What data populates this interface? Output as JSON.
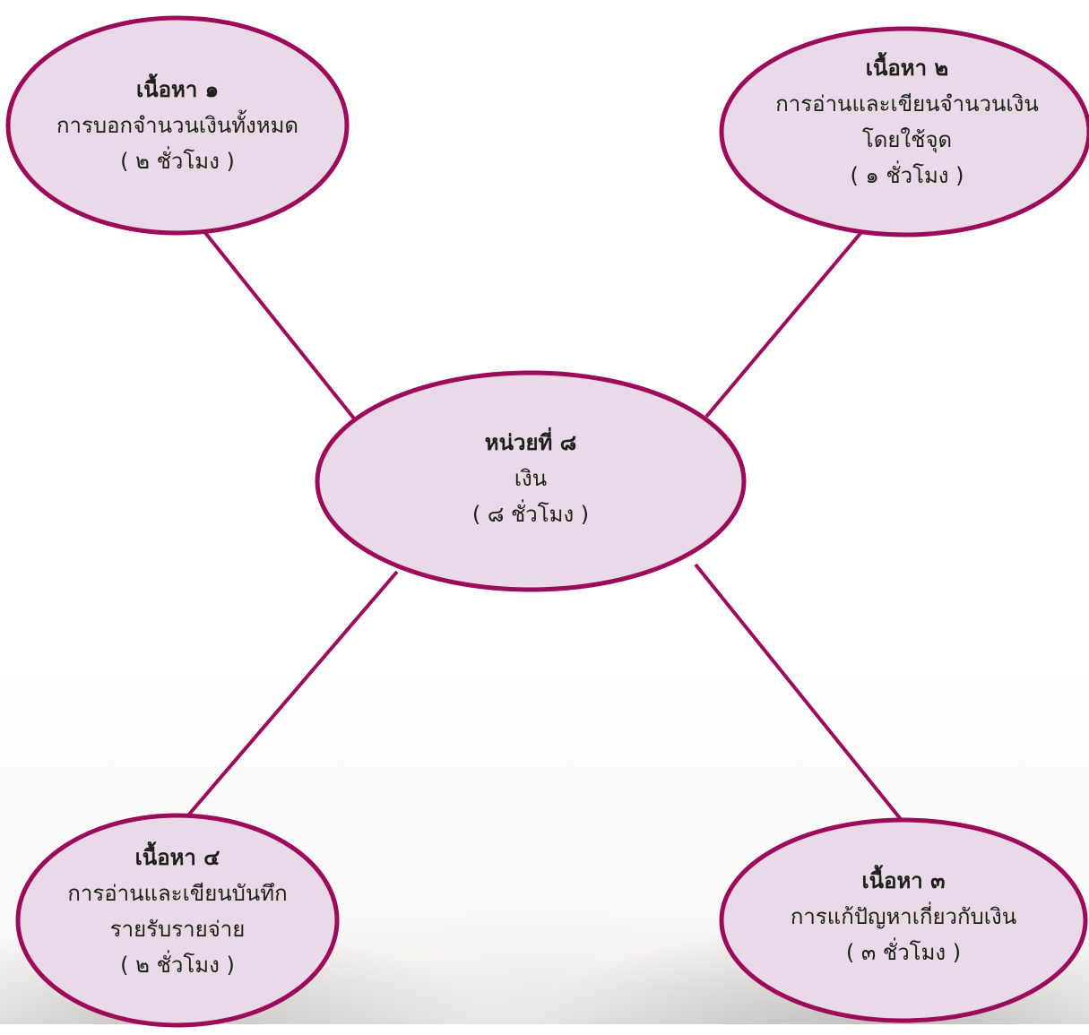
{
  "center": {
    "title": "หน่วยที่ ๘",
    "lines": [
      "เงิน",
      "( ๘ ชั่วโมง )"
    ]
  },
  "topics": [
    {
      "title": "เนื้อหา ๑",
      "lines": [
        "การบอกจำนวนเงินทั้งหมด",
        "( ๒ ชั่วโมง )"
      ]
    },
    {
      "title": "เนื้อหา ๒",
      "lines": [
        "การอ่านและเขียนจำนวนเงิน",
        "โดยใช้จุด",
        "( ๑ ชั่วโมง )"
      ]
    },
    {
      "title": "เนื้อหา ๓",
      "lines": [
        "การแก้ปัญหาเกี่ยวกับเงิน",
        "( ๓ ชั่วโมง )"
      ]
    },
    {
      "title": "เนื้อหา ๔",
      "lines": [
        "การอ่านและเขียนบันทึก",
        "รายรับรายจ่าย",
        "( ๒ ชั่วโมง )"
      ]
    }
  ],
  "colors": {
    "node_fill": "#ead9e6",
    "node_stroke": "#9c0a5a",
    "connector": "#9c0a5a",
    "text": "#1e1e1e"
  }
}
